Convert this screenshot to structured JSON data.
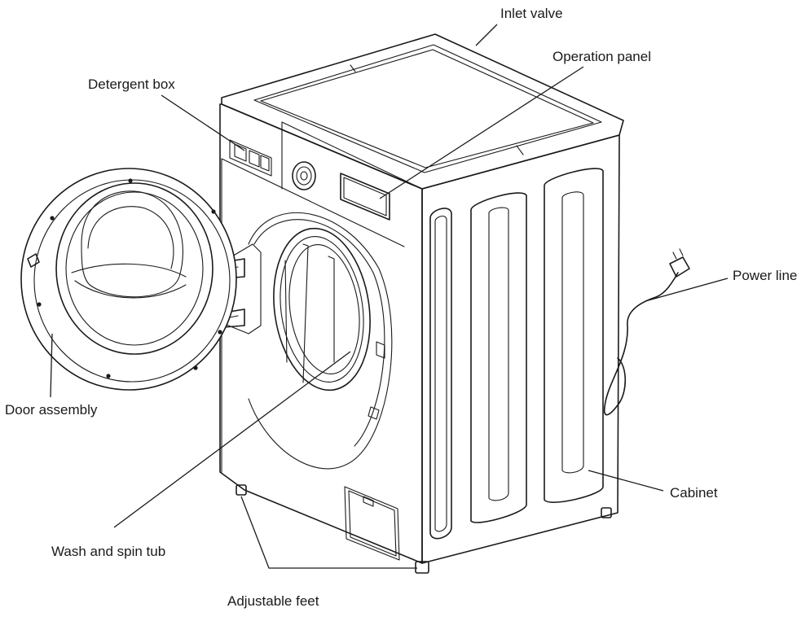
{
  "labels": {
    "inlet_valve": "Inlet valve",
    "operation_panel": "Operation panel",
    "detergent_box": "Detergent box",
    "power_line": "Power line",
    "door_assembly": "Door assembly",
    "cabinet": "Cabinet",
    "wash_and_spin_tub": "Wash and spin tub",
    "adjustable_feet": "Adjustable feet"
  },
  "colors": {
    "line": "#1a1a1a",
    "background": "#ffffff"
  }
}
